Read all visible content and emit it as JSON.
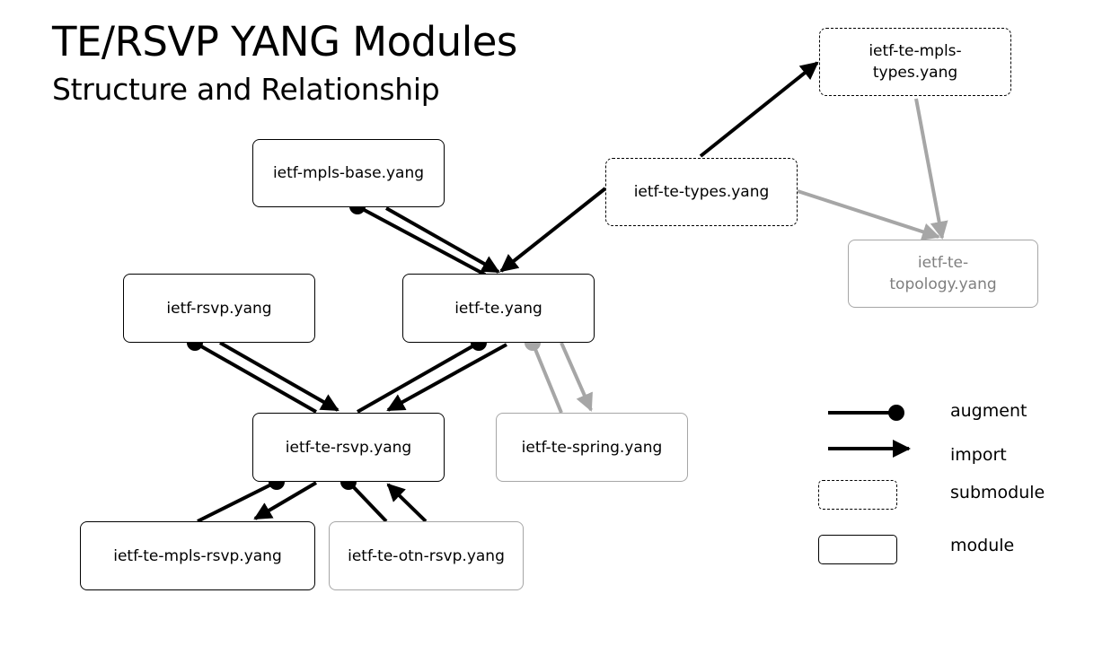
{
  "header": {
    "title": "TE/RSVP YANG Modules",
    "subtitle": "Structure and Relationship"
  },
  "nodes": {
    "mpls_base": "ietf-mpls-base.yang",
    "te_types": "ietf-te-types.yang",
    "te_mpls_types": "ietf-te-mpls-types.yang",
    "te_topology": "ietf-te-topology.yang",
    "rsvp": "ietf-rsvp.yang",
    "te": "ietf-te.yang",
    "te_rsvp": "ietf-te-rsvp.yang",
    "te_spring": "ietf-te-spring.yang",
    "te_mpls_rsvp": "ietf-te-mpls-rsvp.yang",
    "te_otn_rsvp": "ietf-te-otn-rsvp.yang"
  },
  "legend": {
    "augment": "augment",
    "import": "import",
    "submodule": "submodule",
    "module": "module"
  },
  "colors": {
    "primary": "#000000",
    "secondary": "#a6a6a6",
    "secondary_text": "#7f7f7f"
  },
  "relations": [
    {
      "from": "mpls_base",
      "to": "te",
      "kind": "augment"
    },
    {
      "from": "mpls_base",
      "to": "te",
      "kind": "import"
    },
    {
      "from": "te_types",
      "to": "te",
      "kind": "import"
    },
    {
      "from": "te_types",
      "to": "te_mpls_types",
      "kind": "import"
    },
    {
      "from": "te_types",
      "to": "te_topology",
      "kind": "import",
      "muted": true
    },
    {
      "from": "te_mpls_types",
      "to": "te_topology",
      "kind": "import",
      "muted": true
    },
    {
      "from": "rsvp",
      "to": "te_rsvp",
      "kind": "augment"
    },
    {
      "from": "rsvp",
      "to": "te_rsvp",
      "kind": "import"
    },
    {
      "from": "te",
      "to": "te_rsvp",
      "kind": "augment"
    },
    {
      "from": "te",
      "to": "te_rsvp",
      "kind": "import"
    },
    {
      "from": "te",
      "to": "te_spring",
      "kind": "augment",
      "muted": true
    },
    {
      "from": "te",
      "to": "te_spring",
      "kind": "import",
      "muted": true
    },
    {
      "from": "te_rsvp",
      "to": "te_mpls_rsvp",
      "kind": "augment"
    },
    {
      "from": "te_rsvp",
      "to": "te_mpls_rsvp",
      "kind": "import"
    },
    {
      "from": "te_rsvp",
      "to": "te_otn_rsvp",
      "kind": "augment"
    },
    {
      "from": "te_otn_rsvp",
      "to": "te_rsvp",
      "kind": "import"
    }
  ]
}
